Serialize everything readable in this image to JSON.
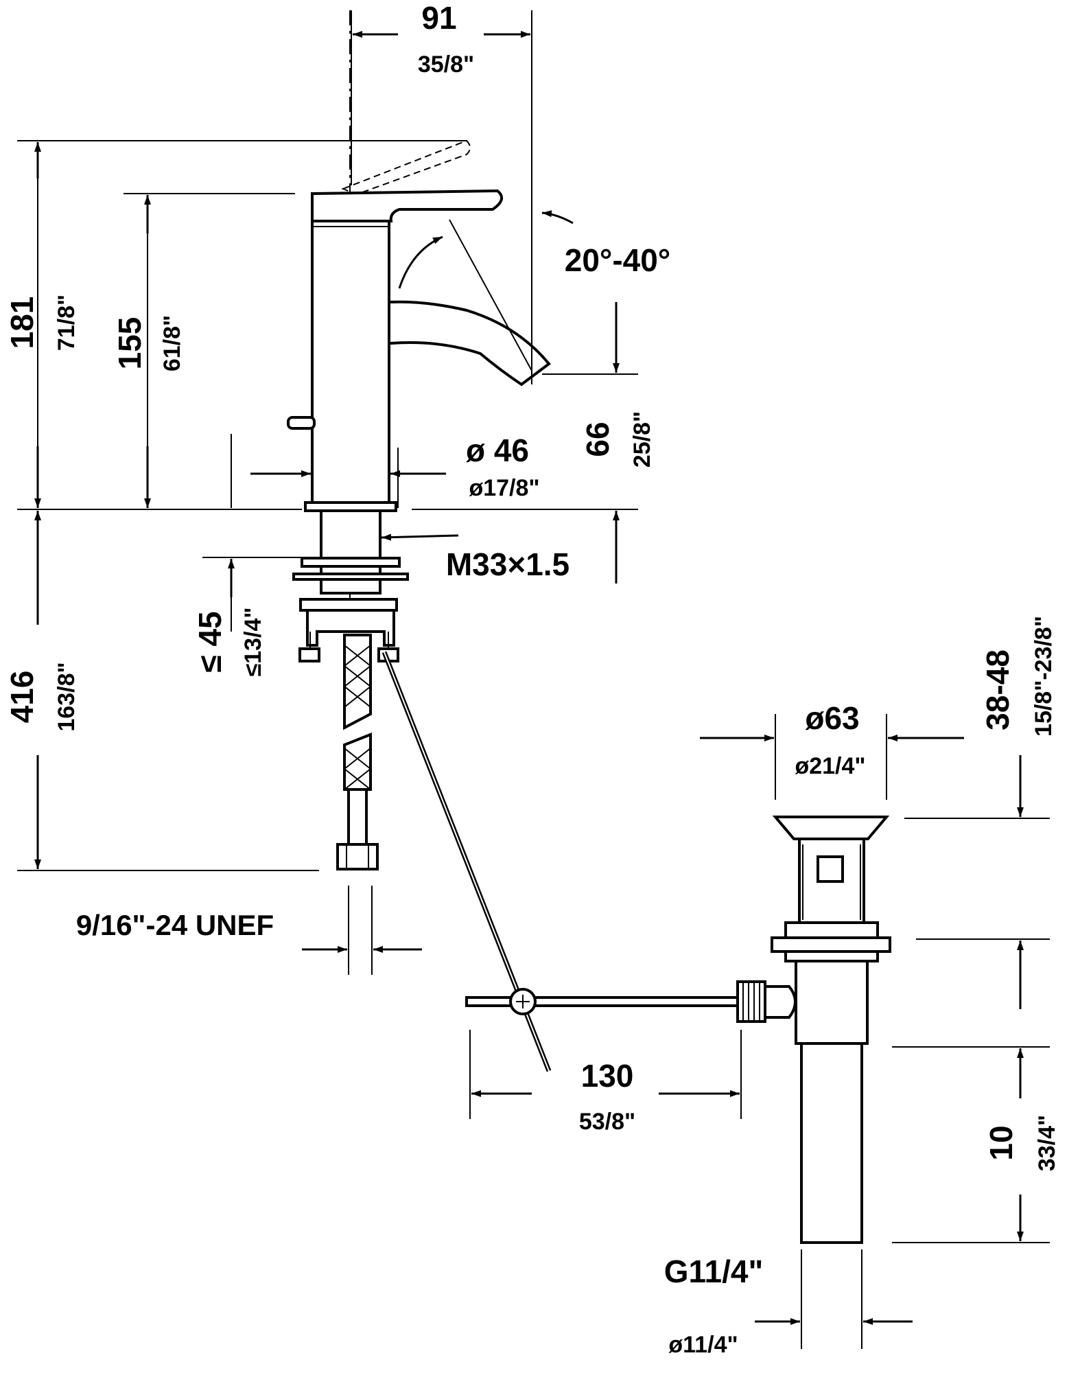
{
  "labels": {
    "width_top_mm": "91",
    "width_top_in": "35/8\"",
    "height_total_mm": "181",
    "height_total_in": "71/8\"",
    "height_spout_mm": "155",
    "height_spout_in": "61/8\"",
    "swivel_angle": "20°-40°",
    "spout_clearance_mm": "66",
    "spout_clearance_in": "25/8\"",
    "body_diameter_mm": "ø 46",
    "body_diameter_in": "ø17/8\"",
    "thread": "M33×1.5",
    "deck_thickness_mm": "≤ 45",
    "deck_thickness_in": "≤13/4\"",
    "hose_length_mm": "416",
    "hose_length_in": "163/8\"",
    "hose_thread": "9/16\"-24 UNEF",
    "flange_diameter_mm": "ø63",
    "flange_diameter_in": "ø21/4\"",
    "basin_thickness_mm": "38-48",
    "basin_thickness_in": "15/8\"-23/8\"",
    "rod_length_mm": "130",
    "rod_length_in": "53/8\"",
    "tail_length_mm": "10",
    "tail_length_in": "33/4\"",
    "waste_thread": "G11/4\"",
    "waste_diameter_in": "ø11/4\""
  },
  "icons": {
    "pivot": "pivot-screw-icon"
  }
}
